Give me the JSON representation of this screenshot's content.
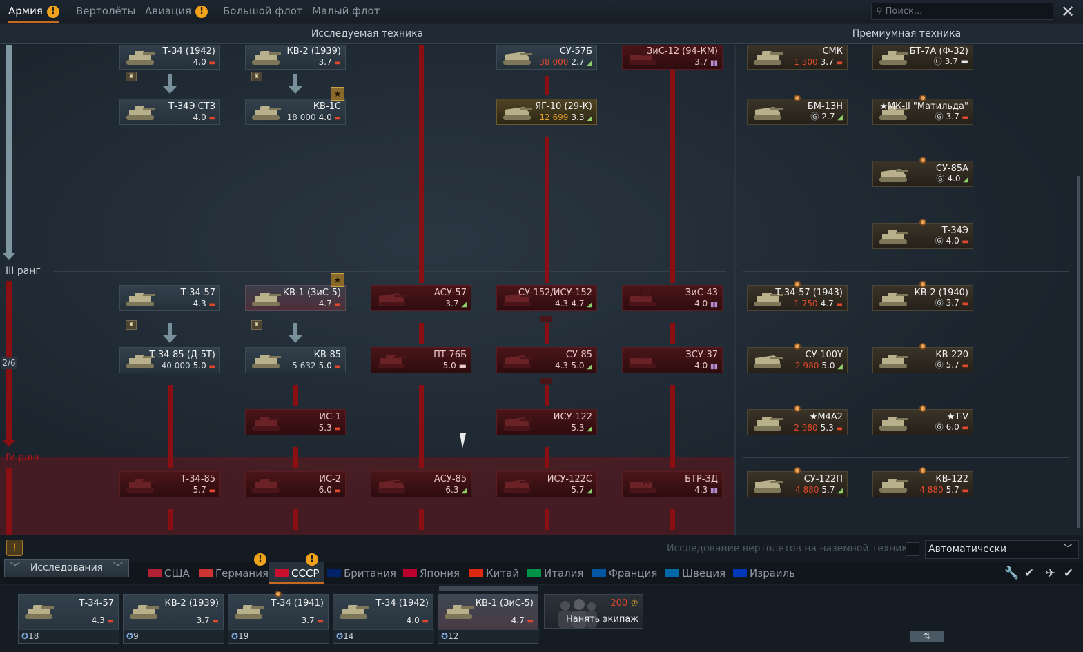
{
  "topnav": {
    "tabs": [
      {
        "label": "Армия",
        "active": true,
        "warn": true
      },
      {
        "label": "Вертолёты",
        "active": false,
        "warn": false
      },
      {
        "label": "Авиация",
        "active": false,
        "warn": true
      },
      {
        "label": "Большой флот",
        "active": false,
        "warn": false
      },
      {
        "label": "Малый флот",
        "active": false,
        "warn": false
      }
    ],
    "warn_glyph": "!",
    "search_placeholder": "Поиск...",
    "search_icon": "search-icon",
    "close_icon": "close-icon"
  },
  "columns": {
    "research": "Исследуемая техника",
    "premium": "Премиумная техника"
  },
  "ranks": {
    "iii": "III ранг",
    "iv": "IV ранг",
    "progress": "2/6"
  },
  "tree": [
    {
      "id": "t34-1942",
      "name": "Т-34 (1942)",
      "br": "4.0",
      "cls": "ic",
      "icon": "▬",
      "style": "",
      "cost": "",
      "costcls": ""
    },
    {
      "id": "kv2-1939",
      "name": "КВ-2 (1939)",
      "br": "3.7",
      "cls": "ic",
      "icon": "▬",
      "style": "",
      "cost": "",
      "costcls": ""
    },
    {
      "id": "su57b",
      "name": "СУ-57Б",
      "br": "2.7",
      "cls": "ig",
      "icon": "◢",
      "style": "",
      "cost": "38 000",
      "costcls": "cost"
    },
    {
      "id": "zis12",
      "name": "ЗиС-12 (94-КМ)",
      "br": "3.7",
      "cls": "iv",
      "icon": "▮▮",
      "style": "red",
      "cost": "",
      "costcls": ""
    },
    {
      "id": "t34e-stz",
      "name": "Т-34Э СТЗ",
      "br": "4.0",
      "cls": "ic",
      "icon": "▬",
      "style": "",
      "cost": "",
      "costcls": ""
    },
    {
      "id": "kv1s",
      "name": "КВ-1С",
      "br": "4.0",
      "cls": "ic",
      "icon": "▬",
      "style": "",
      "cost": "18 000",
      "costcls": "costw"
    },
    {
      "id": "yag10",
      "name": "ЯГ-10 (29-К)",
      "br": "3.3",
      "cls": "ig",
      "icon": "◢",
      "style": "gold",
      "cost": "12 699",
      "costcls": "costy"
    },
    {
      "id": "t3457",
      "name": "Т-34-57",
      "br": "4.3",
      "cls": "ic",
      "icon": "▬",
      "style": "",
      "cost": "",
      "costcls": ""
    },
    {
      "id": "kv1zis5",
      "name": "КВ-1 (ЗиС-5)",
      "br": "4.7",
      "cls": "ic",
      "icon": "▬",
      "style": "pink",
      "cost": "",
      "costcls": ""
    },
    {
      "id": "asu57",
      "name": "АСУ-57",
      "br": "3.7",
      "cls": "ig",
      "icon": "◢",
      "style": "red",
      "cost": "",
      "costcls": ""
    },
    {
      "id": "su152",
      "name": "СУ-152/ИСУ-152",
      "br": "4.3-4.7",
      "cls": "ig",
      "icon": "◢",
      "style": "red",
      "cost": "",
      "costcls": ""
    },
    {
      "id": "zis43",
      "name": "ЗиС-43",
      "br": "4.0",
      "cls": "iv",
      "icon": "▮▮",
      "style": "red",
      "cost": "",
      "costcls": ""
    },
    {
      "id": "t3485d5t",
      "name": "Т-34-85 (Д-5Т)",
      "br": "5.0",
      "cls": "ic",
      "icon": "▬",
      "style": "",
      "cost": "40 000",
      "costcls": "costw"
    },
    {
      "id": "kv85",
      "name": "КВ-85",
      "br": "5.0",
      "cls": "ic",
      "icon": "▬",
      "style": "",
      "cost": "5 632",
      "costcls": "costw"
    },
    {
      "id": "pt76b",
      "name": "ПТ-76Б",
      "br": "5.0",
      "cls": "",
      "icon": "▬",
      "style": "red",
      "cost": "",
      "costcls": ""
    },
    {
      "id": "su85",
      "name": "СУ-85",
      "br": "4.3-5.0",
      "cls": "ig",
      "icon": "◢",
      "style": "red",
      "cost": "",
      "costcls": ""
    },
    {
      "id": "zsu37",
      "name": "ЗСУ-37",
      "br": "4.0",
      "cls": "iv",
      "icon": "▮▮",
      "style": "red",
      "cost": "",
      "costcls": ""
    },
    {
      "id": "is1",
      "name": "ИС-1",
      "br": "5.3",
      "cls": "ic",
      "icon": "▬",
      "style": "red",
      "cost": "",
      "costcls": ""
    },
    {
      "id": "isu122",
      "name": "ИСУ-122",
      "br": "5.3",
      "cls": "ig",
      "icon": "◢",
      "style": "red",
      "cost": "",
      "costcls": ""
    },
    {
      "id": "t3485",
      "name": "Т-34-85",
      "br": "5.7",
      "cls": "ic",
      "icon": "▬",
      "style": "red",
      "cost": "",
      "costcls": ""
    },
    {
      "id": "is2",
      "name": "ИС-2",
      "br": "6.0",
      "cls": "ic",
      "icon": "▬",
      "style": "red",
      "cost": "",
      "costcls": ""
    },
    {
      "id": "asu85",
      "name": "АСУ-85",
      "br": "6.3",
      "cls": "ig",
      "icon": "◢",
      "style": "red",
      "cost": "",
      "costcls": ""
    },
    {
      "id": "isu122s",
      "name": "ИСУ-122С",
      "br": "5.7",
      "cls": "ig",
      "icon": "◢",
      "style": "red",
      "cost": "",
      "costcls": ""
    },
    {
      "id": "btr3d",
      "name": "БТР-ЗД",
      "br": "4.3",
      "cls": "iv",
      "icon": "▮▮",
      "style": "red",
      "cost": "",
      "costcls": ""
    }
  ],
  "premium": [
    {
      "id": "smk",
      "name": "СМК",
      "br": "3.7",
      "cls": "ic",
      "icon": "▬",
      "cost": "1 300",
      "costcls": "cost"
    },
    {
      "id": "bt7a",
      "name": "БТ-7А (Ф-32)",
      "br": "3.7",
      "cls": "",
      "icon": "▬",
      "cost": "Ⓖ",
      "costcls": "costw"
    },
    {
      "id": "bm13n",
      "name": "БМ-13Н",
      "br": "2.7",
      "cls": "ig",
      "icon": "◢",
      "cost": "Ⓖ",
      "costcls": "costw"
    },
    {
      "id": "mk2",
      "name": "★МК-II \"Матильда\"",
      "br": "3.7",
      "cls": "ic",
      "icon": "▬",
      "cost": "Ⓖ",
      "costcls": "costw"
    },
    {
      "id": "su85a",
      "name": "СУ-85А",
      "br": "4.0",
      "cls": "ig",
      "icon": "◢",
      "cost": "Ⓖ",
      "costcls": "costw"
    },
    {
      "id": "t34e",
      "name": "Т-34Э",
      "br": "4.0",
      "cls": "ic",
      "icon": "▬",
      "cost": "Ⓖ",
      "costcls": "costw"
    },
    {
      "id": "t3457-1943",
      "name": "Т-34-57 (1943)",
      "br": "4.7",
      "cls": "ic",
      "icon": "▬",
      "cost": "1 750",
      "costcls": "cost"
    },
    {
      "id": "kv2-1940",
      "name": "КВ-2 (1940)",
      "br": "3.7",
      "cls": "ic",
      "icon": "▬",
      "cost": "Ⓖ",
      "costcls": "costw"
    },
    {
      "id": "su100y",
      "name": "СУ-100Y",
      "br": "5.0",
      "cls": "ig",
      "icon": "◢",
      "cost": "2 980",
      "costcls": "cost"
    },
    {
      "id": "kv220",
      "name": "КВ-220",
      "br": "5.7",
      "cls": "ic",
      "icon": "▬",
      "cost": "Ⓖ",
      "costcls": "costw"
    },
    {
      "id": "m4a2",
      "name": "★М4А2",
      "br": "5.3",
      "cls": "ic",
      "icon": "▬",
      "cost": "2 980",
      "costcls": "cost"
    },
    {
      "id": "tv",
      "name": "★T-V",
      "br": "6.0",
      "cls": "ic",
      "icon": "▬",
      "cost": "Ⓖ",
      "costcls": "costw"
    },
    {
      "id": "su122p",
      "name": "СУ-122П",
      "br": "5.7",
      "cls": "ig",
      "icon": "◢",
      "cost": "4 880",
      "costcls": "cost"
    },
    {
      "id": "kv122",
      "name": "КВ-122",
      "br": "5.7",
      "cls": "ic",
      "icon": "▬",
      "cost": "4 880",
      "costcls": "cost"
    }
  ],
  "bottom": {
    "heli_option": "Исследование вертолетов на наземной технике",
    "auto_select": "Автоматически",
    "research_btn": "Исследования",
    "nations": [
      {
        "label": "США",
        "active": false
      },
      {
        "label": "Германия",
        "active": false
      },
      {
        "label": "СССР",
        "active": true
      },
      {
        "label": "Британия",
        "active": false
      },
      {
        "label": "Япония",
        "active": false
      },
      {
        "label": "Китай",
        "active": false
      },
      {
        "label": "Италия",
        "active": false
      },
      {
        "label": "Франция",
        "active": false
      },
      {
        "label": "Швеция",
        "active": false
      },
      {
        "label": "Израиль",
        "active": false
      }
    ],
    "flags": [
      "#b22234",
      "#cc3333",
      "#c8102e",
      "#012169",
      "#bc002d",
      "#de2910",
      "#009246",
      "#0055a4",
      "#006aa7",
      "#0038b8"
    ],
    "tools": [
      "wrench-icon",
      "check-icon",
      "plane-icon",
      "check-icon"
    ],
    "slots": [
      {
        "name": "Т-34-57",
        "br": "4.3",
        "crew": "18"
      },
      {
        "name": "КВ-2 (1939)",
        "br": "3.7",
        "crew": "9"
      },
      {
        "name": "Т-34 (1941)",
        "br": "3.7",
        "crew": "19"
      },
      {
        "name": "Т-34 (1942)",
        "br": "4.0",
        "crew": "14"
      },
      {
        "name": "КВ-1 (ЗиС-5)",
        "br": "4.7",
        "crew": "12"
      }
    ],
    "hire_cost": "200",
    "hire_label": "Нанять экипаж"
  },
  "colors": {
    "accent": "#c8691f",
    "research_red": "#8a0f12",
    "warn": "#f0a31a"
  }
}
